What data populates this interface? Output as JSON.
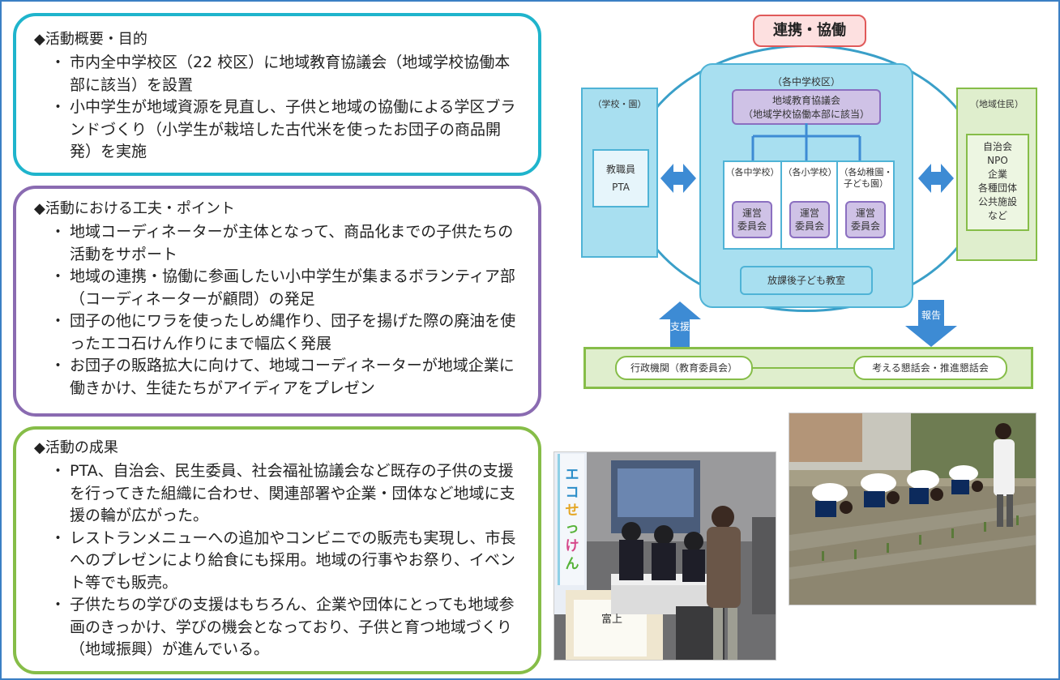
{
  "box1": {
    "heading": "◆活動概要・目的",
    "bullets": [
      "市内全中学校区（22 校区）に地域教育協議会（地域学校協働本部に該当）を設置",
      "小中学生が地域資源を見直し、子供と地域の協働による学区ブランドづくり（小学生が栽培した古代米を使ったお団子の商品開発）を実施"
    ]
  },
  "box2": {
    "heading": "◆活動における工夫・ポイント",
    "bullets": [
      "地域コーディネーターが主体となって、商品化までの子供たちの活動をサポート",
      "地域の連携・協働に参画したい小中学生が集まるボランティア部（コーディネーターが顧問）の発足",
      "団子の他にワラを使ったしめ縄作り、団子を揚げた際の廃油を使ったエコ石けん作りにまで幅広く発展",
      "お団子の販路拡大に向けて、地域コーディネーターが地域企業に働きかけ、生徒たちがアイディアをプレゼン"
    ]
  },
  "box3": {
    "heading": "◆活動の成果",
    "bullets": [
      "PTA、自治会、民生委員、社会福祉協議会など既存の子供の支援を行ってきた組織に合わせ、関連部署や企業・団体など地域に支援の輪が広がった。",
      "レストランメニューへの追加やコンビニでの販売も実現し、市長へのプレゼンにより給食にも採用。地域の行事やお祭り、イベント等でも販売。",
      "子供たちの学びの支援はもちろん、企業や団体にとっても地域参画のきっかけ、学びの機会となっており、子供と育つ地域づくり（地域振興）が進んでいる。"
    ]
  },
  "diagram": {
    "top": "連携・協働",
    "district": "（各中学校区）",
    "council_line1": "地域教育協議会",
    "council_line2": "（地域学校協働本部に該当）",
    "columns": [
      {
        "label": "（各中学校）",
        "chip1": "運営",
        "chip2": "委員会"
      },
      {
        "label": "（各小学校）",
        "chip1": "運営",
        "chip2": "委員会"
      },
      {
        "label": "（各幼稚園・子ども園）",
        "chip1": "運営",
        "chip2": "委員会"
      }
    ],
    "afterschool": "放課後子ども教室",
    "left_caption": "（学校・園）",
    "left_line1": "教職員",
    "left_line2": "PTA",
    "right_caption": "（地域住民）",
    "right_lines": [
      "自治会",
      "NPO",
      "企業",
      "各種団体",
      "公共施設",
      "など"
    ],
    "support": "支援",
    "report": "報告",
    "gov": "行政機関（教育委員会）",
    "forum": "考える懇話会・推進懇話会"
  },
  "photos": {
    "photo1_sign": "エコせっけん",
    "photo1_sign_chars": [
      "エ",
      "コ",
      "せ",
      "っ",
      "け",
      "ん"
    ],
    "photo1_paper": "富上"
  },
  "colors": {
    "frame": "#3b7fc4",
    "box1": "#1fb4cc",
    "box2": "#8a6bb1",
    "box3": "#86bd48",
    "panel_blue": "#a8dff0",
    "arrow_blue": "#3d8bd4"
  }
}
